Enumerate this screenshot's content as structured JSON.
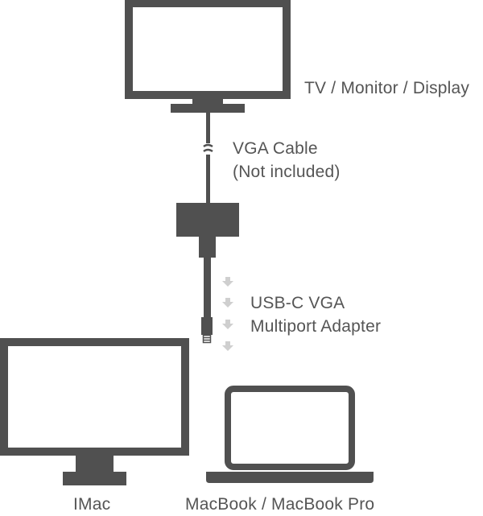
{
  "colors": {
    "device": "#505050",
    "screen": "#ffffff",
    "cable": "#505050",
    "arrow": "#cfcfcf",
    "text": "#555555"
  },
  "labels": {
    "monitor": "TV / Monitor / Display",
    "cable_line1": "VGA Cable",
    "cable_line2": "(Not included)",
    "adapter_line1": "USB-C VGA",
    "adapter_line2": "Multiport Adapter",
    "imac": "IMac",
    "macbook": "MacBook / MacBook Pro"
  },
  "icons": {
    "monitor": "tv-monitor-icon",
    "adapter": "usb-c-vga-adapter-icon",
    "imac": "imac-icon",
    "macbook": "macbook-laptop-icon",
    "arrows": "down-arrow-icon"
  }
}
